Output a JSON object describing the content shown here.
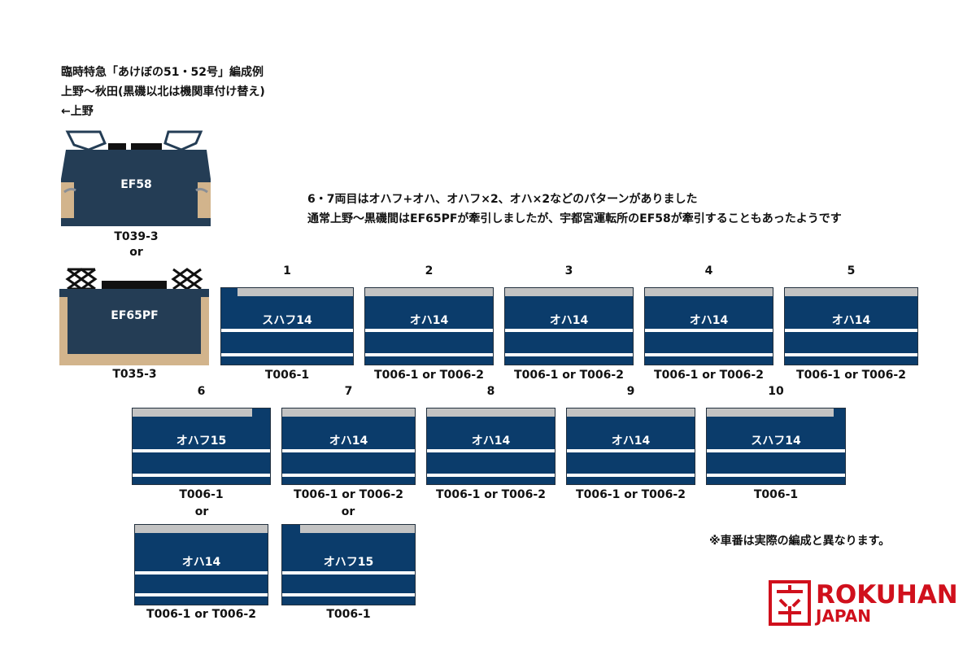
{
  "header": {
    "title": "臨時特急「あけぼの51・52号」編成例",
    "route": "上野～秋田(黒磯以北は機関車付け替え)",
    "direction": "←上野"
  },
  "notes": {
    "line1": "6・7両目はオハフ+オハ、オハフ×2、オハ×2などのパターンがありました",
    "line2": "通常上野～黒磯間はEF65PFが牽引しましたが、宇都宮運転所のEF58が牽引することもあったようです",
    "disclaimer": "※車番は実際の編成と異なります。"
  },
  "locomotives": {
    "loco1": {
      "name": "EF58",
      "model": "T039-3"
    },
    "or": "or",
    "loco2": {
      "name": "EF65PF",
      "model": "T035-3"
    }
  },
  "cars": [
    {
      "pos": "1",
      "name": "スハフ14",
      "model": "T006-1"
    },
    {
      "pos": "2",
      "name": "オハ14",
      "model": "T006-1 or T006-2"
    },
    {
      "pos": "3",
      "name": "オハ14",
      "model": "T006-1 or T006-2"
    },
    {
      "pos": "4",
      "name": "オハ14",
      "model": "T006-1 or T006-2"
    },
    {
      "pos": "5",
      "name": "オハ14",
      "model": "T006-1 or T006-2"
    },
    {
      "pos": "6",
      "name": "オハフ15",
      "model": "T006-1"
    },
    {
      "pos": "7",
      "name": "オハ14",
      "model": "T006-1 or T006-2"
    },
    {
      "pos": "8",
      "name": "オハ14",
      "model": "T006-1 or T006-2"
    },
    {
      "pos": "9",
      "name": "オハ14",
      "model": "T006-1 or T006-2"
    },
    {
      "pos": "10",
      "name": "スハフ14",
      "model": "T006-1"
    }
  ],
  "alternates": {
    "or_label": "or",
    "car6": {
      "name": "オハ14",
      "model": "T006-1 or T006-2"
    },
    "car7": {
      "name": "オハフ15",
      "model": "T006-1"
    }
  },
  "logo": {
    "word1": "ROKUHAN",
    "word2": "JAPAN"
  },
  "colors": {
    "car_body": "#0b3c6b",
    "loco_body": "#243d55",
    "logo_red": "#d0101c",
    "roof_gray": "#c3c3c3"
  }
}
